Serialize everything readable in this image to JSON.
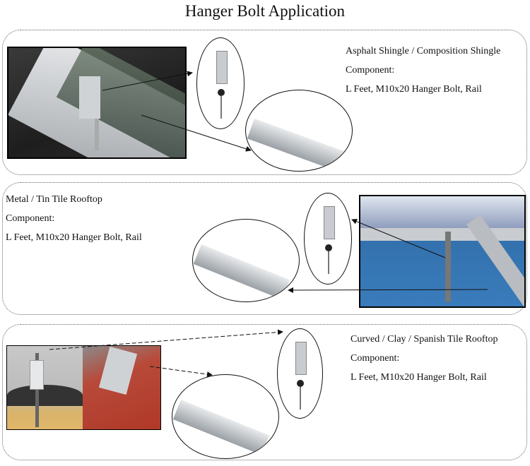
{
  "title": "Hanger Bolt Application",
  "panels": [
    {
      "heading": "Asphalt Shingle / Composition Shingle",
      "component_label": "Component:",
      "components": "L Feet, M10x20 Hanger Bolt, Rail",
      "photo": "solar panel mounted on asphalt shingle roof with L foot and hanger bolt"
    },
    {
      "heading": "Metal / Tin Tile Rooftop",
      "component_label": "Component:",
      "components": "L Feet, M10x20 Hanger Bolt, Rail",
      "photo": "solar panel rail mounted on blue metal roof with hanger bolt"
    },
    {
      "heading": "Curved / Clay / Spanish Tile Rooftop",
      "component_label": "Component:",
      "components": "L Feet, M10x20 Hanger Bolt, Rail",
      "photo": "hanger bolt through curved clay tile and red tile roof"
    }
  ],
  "colors": {
    "shingle": "#2b2b2b",
    "metal_roof": "#2f6fa8",
    "clay_tile": "#b8392a",
    "aluminum": "#c9ccd0"
  }
}
